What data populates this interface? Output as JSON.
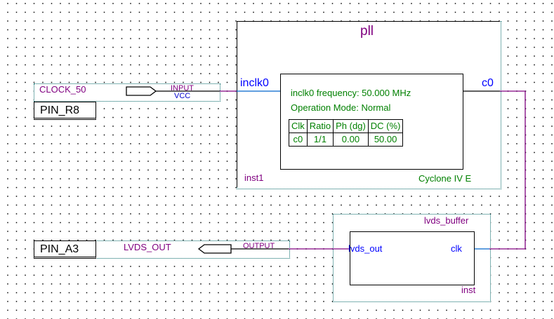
{
  "colors": {
    "wire": "#800080",
    "port_wire": "#0066cc",
    "instance_name": "#800080",
    "port_name": "#0000ff",
    "info_text": "#008000",
    "frame_border": "#006666"
  },
  "input_pin": {
    "signal_name": "CLOCK_50",
    "location": "PIN_R8",
    "direction": "INPUT",
    "default": "VCC"
  },
  "output_pin": {
    "signal_name": "LVDS_OUT",
    "location": "PIN_A3",
    "direction": "OUTPUT"
  },
  "pll": {
    "title": "pll",
    "instance": "inst1",
    "family": "Cyclone IV E",
    "input_port": "inclk0",
    "output_port": "c0",
    "info": {
      "frequency": "inclk0 frequency: 50.000 MHz",
      "mode": "Operation Mode: Normal"
    },
    "table": {
      "headers": [
        "Clk",
        "Ratio",
        "Ph (dg)",
        "DC (%)"
      ],
      "rows": [
        [
          "c0",
          "1/1",
          "0.00",
          "50.00"
        ]
      ]
    }
  },
  "lvds_buffer": {
    "title": "lvds_buffer",
    "instance": "inst",
    "left_port": "lvds_out",
    "right_port": "clk"
  }
}
